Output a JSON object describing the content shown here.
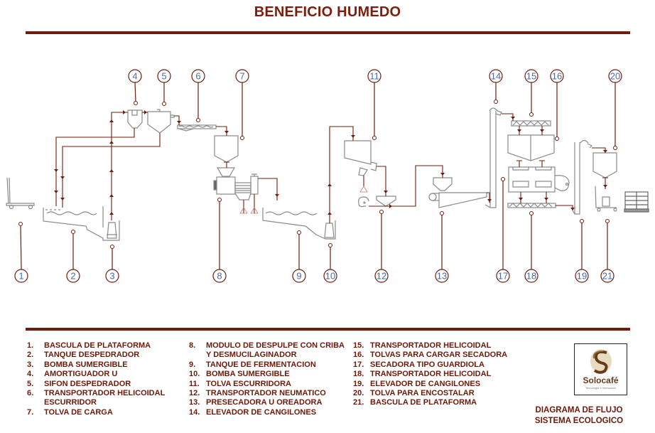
{
  "title": "BENEFICIO HUMEDO",
  "callouts": [
    "1",
    "2",
    "3",
    "4",
    "5",
    "6",
    "7",
    "8",
    "9",
    "10",
    "11",
    "12",
    "13",
    "14",
    "15",
    "16",
    "17",
    "18",
    "19",
    "20",
    "21"
  ],
  "legend": {
    "columns": [
      [
        {
          "num": "1.",
          "text": "BASCULA DE PLATAFORMA"
        },
        {
          "num": "2.",
          "text": "TANQUE DESPEDRADOR"
        },
        {
          "num": "3.",
          "text": "BOMBA SUMERGIBLE"
        },
        {
          "num": "4.",
          "text": "AMORTIGUADOR U"
        },
        {
          "num": "5.",
          "text": "SIFON DESPEDRADOR"
        },
        {
          "num": "6.",
          "text": "TRANSPORTADOR HELICOIDAL"
        },
        {
          "num": "",
          "text": "ESCURRIDOR"
        },
        {
          "num": "7.",
          "text": "TOLVA DE CARGA"
        }
      ],
      [
        {
          "num": "8.",
          "text": "MODULO DE DESPULPE CON CRIBA"
        },
        {
          "num": "",
          "text": "Y DESMUCILAGINADOR"
        },
        {
          "num": "9.",
          "text": "TANQUE DE FERMENTACION"
        },
        {
          "num": "10.",
          "text": "BOMBA SUMERGIBLE"
        },
        {
          "num": "11.",
          "text": "TOLVA ESCURRIDORA"
        },
        {
          "num": "12.",
          "text": "TRANSPORTADOR NEUMATICO"
        },
        {
          "num": "13.",
          "text": "PRESECADORA U OREADORA"
        },
        {
          "num": "14.",
          "text": "ELEVADOR DE CANGILONES"
        }
      ],
      [
        {
          "num": "15.",
          "text": "TRANSPORTADOR HELICOIDAL"
        },
        {
          "num": "16.",
          "text": "TOLVAS PARA CARGAR SECADORA"
        },
        {
          "num": "17.",
          "text": "SECADORA TIPO GUARDIOLA"
        },
        {
          "num": "18.",
          "text": "TRANSPORTADOR HELICOIDAL"
        },
        {
          "num": "19.",
          "text": "ELEVADOR DE CANGILONES"
        },
        {
          "num": "20.",
          "text": "TOLVA PARA ENCOSTALAR"
        },
        {
          "num": "21.",
          "text": "BASCULA DE PLATAFORMA"
        }
      ]
    ]
  },
  "logo": {
    "name": "Solocafé",
    "tagline": "Tecnología e innovación"
  },
  "footer": {
    "line1": "DIAGRAMA DE FLUJO",
    "line2": "SISTEMA ECOLOGICO"
  },
  "colors": {
    "brown": "#6e1d0c",
    "equipment": "#8a8a8a",
    "callout_text": "#4a6aa8"
  }
}
